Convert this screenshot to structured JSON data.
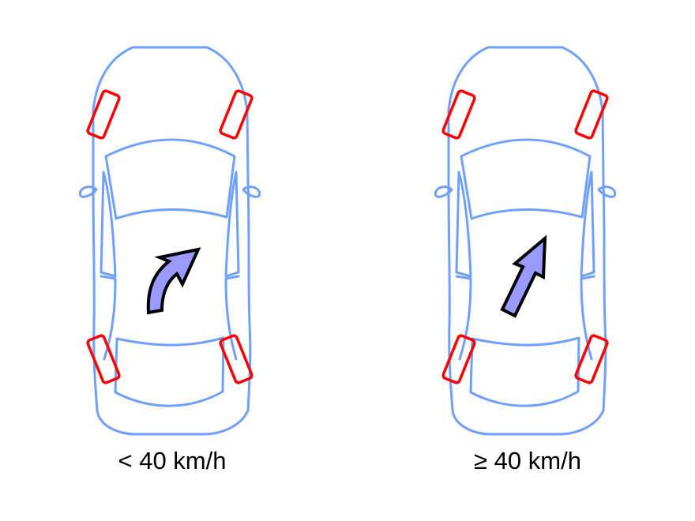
{
  "colors": {
    "car_outline": "#6f9fff",
    "wheel": "#ff0000",
    "arrow_fill": "#9999ff",
    "arrow_stroke": "#000000"
  },
  "cars": [
    {
      "label": "< 40 km/h",
      "arrow": "curved-arrow-icon",
      "rear_steer": "opposite"
    },
    {
      "label": "≥ 40 km/h",
      "arrow": "straight-arrow-icon",
      "rear_steer": "same"
    }
  ]
}
